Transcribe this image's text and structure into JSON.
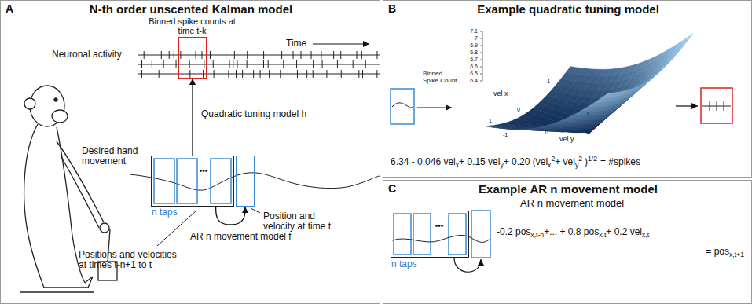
{
  "diagram": {
    "nodes": [
      {
        "text": [
          "A",
          "N-th order unscented Kalman model"
        ]
      },
      {
        "text": [
          "Binned spike counts at time t-k"
        ],
        "in": 0
      },
      {
        "text": [
          "n taps"
        ],
        "in": 0
      },
      {
        "text": [
          "Position and velocity at time t"
        ],
        "in": 0
      },
      {
        "text": [
          "B",
          "Example quadratic tuning model"
        ]
      },
      {
        "text": [
          "C",
          "Example AR n movement model"
        ]
      },
      {
        "text": [
          "n taps"
        ],
        "in": 5
      }
    ],
    "edges": [
      {
        "from": 2,
        "to": 1,
        "arrow": "to",
        "label": "Quadratic tuning model h"
      },
      {
        "from": 2,
        "to": 3,
        "arrow": "to",
        "label": "AR n movement model f"
      }
    ],
    "labels": [
      "Neuronal activity",
      "Time",
      "Desired hand movement",
      "Positions and velocities at times t-n+1 to t",
      "•••",
      "Binned Spike Count",
      "7.1",
      "7",
      "6.9",
      "6.8",
      "6.7",
      "6.6",
      "6.5",
      "6.4",
      "vel x",
      "vel y",
      "-1",
      "0",
      "1",
      "-1",
      "0",
      "1",
      "6.34 - 0.046 vel",
      "x",
      "+ 0.15 vel",
      "y",
      "+ 0.20 (vel",
      "x",
      "2",
      "+ vel",
      "y",
      "2",
      ")",
      "1/2",
      "= #spikes",
      "AR n movement model",
      "•••",
      "-0.2 pos",
      "x,t-n",
      "+... + 0.8 pos",
      "x,t",
      "+ 0.2 vel",
      "x,t",
      "= pos",
      "x,t+1"
    ]
  }
}
